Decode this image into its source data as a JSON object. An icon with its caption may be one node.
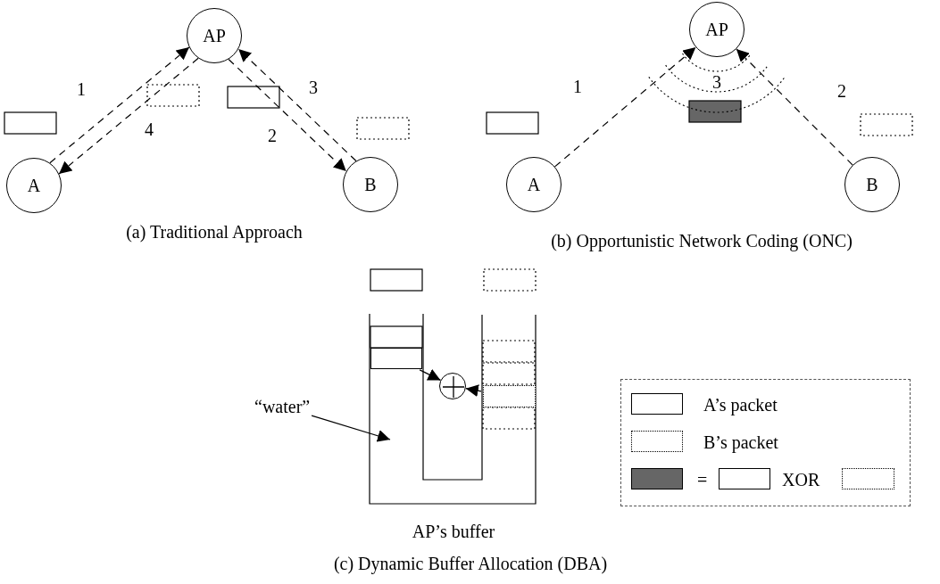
{
  "diagram": {
    "nodes": [
      {
        "text": [
          "AP"
        ]
      },
      {
        "text": [
          "A"
        ]
      },
      {
        "text": [
          "B"
        ]
      },
      {
        "text": [
          "AP"
        ]
      },
      {
        "text": [
          "A"
        ]
      },
      {
        "text": [
          "B"
        ]
      },
      {
        "text": [],
        "shape": "box"
      },
      {
        "text": [],
        "shape": "box"
      },
      {
        "text": [],
        "shape": "circle"
      },
      {
        "text": [
          "“water”"
        ]
      }
    ],
    "edges": [
      {
        "from": 1,
        "to": 0,
        "arrow": "to",
        "label": "1",
        "style": "dashed"
      },
      {
        "from": 0,
        "to": 2,
        "arrow": "to",
        "label": "2",
        "style": "dashed"
      },
      {
        "from": 2,
        "to": 0,
        "arrow": "to",
        "label": "3",
        "style": "dashed"
      },
      {
        "from": 0,
        "to": 1,
        "arrow": "to",
        "label": "4",
        "style": "dashed"
      },
      {
        "from": 4,
        "to": 3,
        "arrow": "to",
        "label": "1",
        "style": "dashed"
      },
      {
        "from": 5,
        "to": 3,
        "arrow": "to",
        "label": "2",
        "style": "dashed"
      },
      {
        "from": 6,
        "to": 8,
        "arrow": "to"
      },
      {
        "from": 7,
        "to": 8,
        "arrow": "to"
      },
      {
        "from": 9,
        "to": null,
        "arrow": "to"
      }
    ],
    "labels": [
      "(a) Traditional Approach",
      "3",
      "(b) Opportunistic Network Coding (ONC)",
      "AP’s buffer",
      "(c) Dynamic Buffer Allocation (DBA)"
    ],
    "legend": [
      {
        "text": "A’s packet"
      },
      {
        "text": "B’s packet"
      },
      {
        "text": "= XOR",
        "color": "#666666"
      }
    ]
  }
}
